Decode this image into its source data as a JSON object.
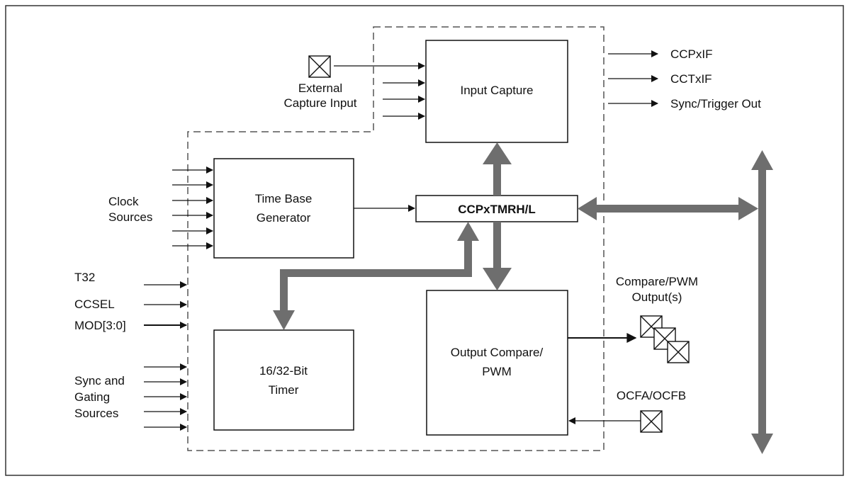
{
  "diagram": {
    "blocks": {
      "input_capture": "Input Capture",
      "time_base_line1": "Time Base",
      "time_base_line2": "Generator",
      "timer_reg": "CCPxTMRH/L",
      "timer_line1": "16/32-Bit",
      "timer_line2": "Timer",
      "output_compare_line1": "Output Compare/",
      "output_compare_line2": "PWM"
    },
    "inputs": {
      "external_capture_line1": "External",
      "external_capture_line2": "Capture Input",
      "clock_line1": "Clock",
      "clock_line2": "Sources",
      "t32": "T32",
      "ccsel": "CCSEL",
      "mod": "MOD[3:0]",
      "sync_line1": "Sync and",
      "sync_line2": "Gating",
      "sync_line3": "Sources",
      "ocfa_ocfb": "OCFA/OCFB"
    },
    "outputs": {
      "ccpxif": "CCPxIF",
      "cctxif": "CCTxIF",
      "sync_trigger": "Sync/Trigger Out",
      "compare_pwm_line1": "Compare/PWM",
      "compare_pwm_line2": "Output(s)"
    },
    "colors": {
      "bus": "#6e6e6e",
      "line": "#111111",
      "frame": "#333333"
    }
  }
}
